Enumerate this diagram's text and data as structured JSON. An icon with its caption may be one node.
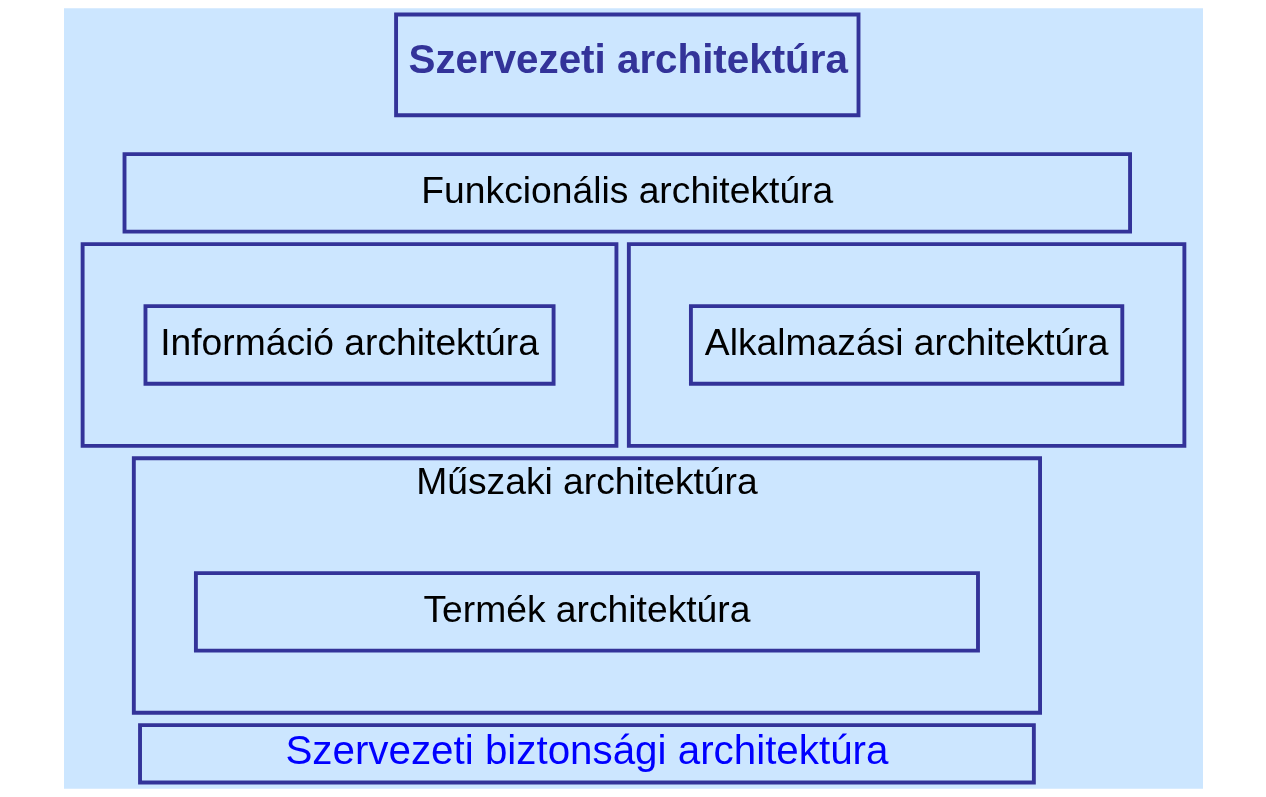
{
  "diagram": {
    "nodes": [
      {
        "text": [
          "Szervezeti architektúra"
        ]
      },
      {
        "text": [
          "Funkcionális architektúra"
        ]
      },
      {
        "text": [],
        "shape": "box"
      },
      {
        "text": [
          "Információ architektúra"
        ],
        "in": 2
      },
      {
        "text": [],
        "shape": "box"
      },
      {
        "text": [
          "Alkalmazási architektúra"
        ],
        "in": 4
      },
      {
        "text": [
          "Műszaki architektúra"
        ]
      },
      {
        "text": [
          "Termék architektúra"
        ],
        "in": 6
      },
      {
        "text": [
          "Szervezeti biztonsági architektúra"
        ]
      }
    ]
  }
}
